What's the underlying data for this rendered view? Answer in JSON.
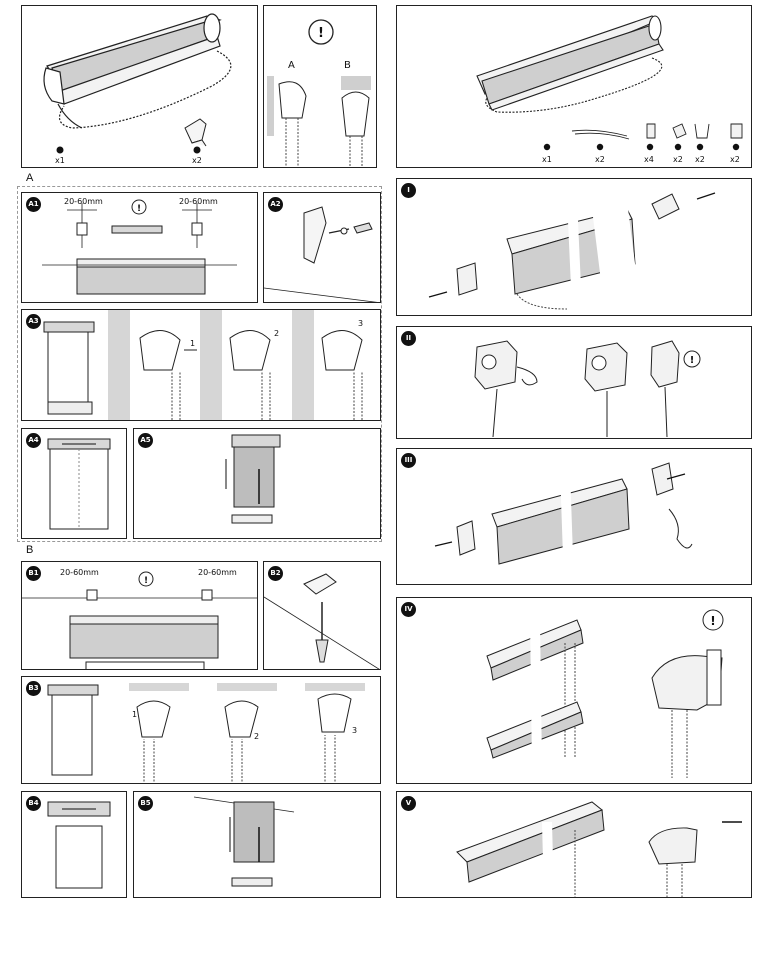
{
  "section_labels": {
    "a": "A",
    "b": "B"
  },
  "top_left": {
    "qty_roller": "x1",
    "qty_bracket": "x2"
  },
  "top_middle": {
    "option_a": "A",
    "option_b": "B"
  },
  "top_right": {
    "qty": [
      "x1",
      "x2",
      "x4",
      "x2",
      "x2",
      "x2"
    ]
  },
  "steps": {
    "a1": "A1",
    "a2": "A2",
    "a3": "A3",
    "a4": "A4",
    "a5": "A5",
    "b1": "B1",
    "b2": "B2",
    "b3": "B3",
    "b4": "B4",
    "b5": "B5",
    "i": "I",
    "ii": "II",
    "iii": "III",
    "iv": "IV",
    "v": "V"
  },
  "measurements": {
    "left": "20-60mm",
    "right": "20-60mm"
  },
  "arrow_numbers": {
    "one": "1",
    "two": "2",
    "three": "3"
  }
}
